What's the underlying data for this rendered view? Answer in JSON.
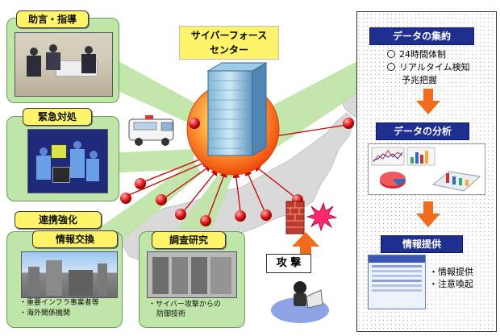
{
  "center": {
    "line1": "サイバーフォース",
    "line2": "センター"
  },
  "boxes": {
    "advice": {
      "label": "助言・指導"
    },
    "emergency": {
      "label": "緊急対処"
    },
    "cooperation": {
      "label1": "連携強化",
      "label2": "情報交換",
      "note1": "・重要インフラ事業者等",
      "note2": "・海外関係機関"
    },
    "research": {
      "label": "調査研究",
      "note1": "・サイバー攻撃からの",
      "note2": "防御技術"
    }
  },
  "attack": {
    "label": "攻 撃"
  },
  "panel": {
    "step1": {
      "title": "データの集約",
      "items": [
        "24時間体制",
        "リアルタイム検知"
      ],
      "sub": "予兆把握"
    },
    "step2": {
      "title": "データの分析"
    },
    "step3": {
      "title": "情報提供",
      "items": [
        "・情報提供",
        "・注意喚起"
      ]
    }
  },
  "colors": {
    "green": "#bfe5a8",
    "yellow": "#fff36a",
    "navy": "#1f2f8f",
    "orange": "#f26a1b",
    "red": "#e01818"
  }
}
